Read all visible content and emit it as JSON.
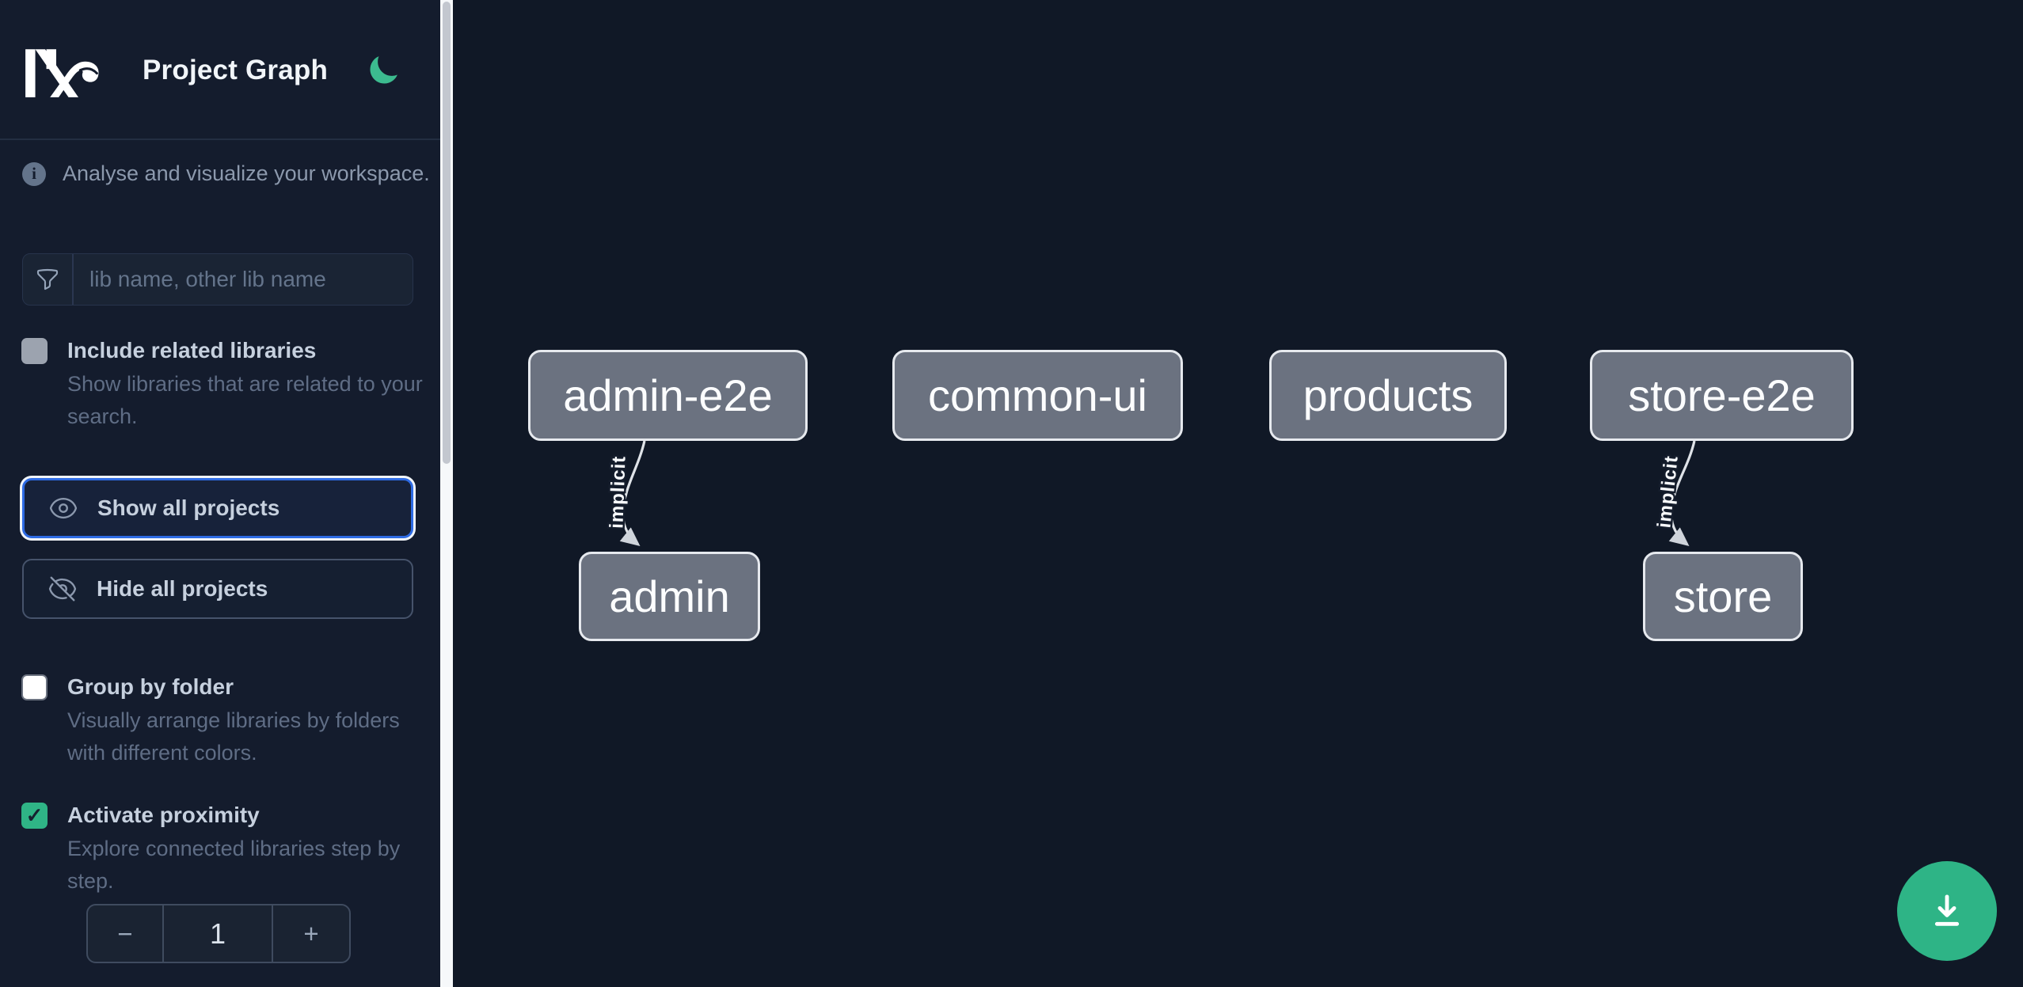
{
  "app": {
    "logo_text": "Nx",
    "title": "Project Graph"
  },
  "sidebar": {
    "tagline": "Analyse and visualize your workspace.",
    "search": {
      "placeholder": "lib name, other lib name",
      "value": ""
    },
    "include_related": {
      "label": "Include related libraries",
      "description": "Show libraries that are related to your search.",
      "checked": false
    },
    "show_all_label": "Show all projects",
    "hide_all_label": "Hide all projects",
    "group_by_folder": {
      "label": "Group by folder",
      "description": "Visually arrange libraries by folders with different colors.",
      "checked": false
    },
    "activate_proximity": {
      "label": "Activate proximity",
      "description": "Explore connected libraries step by step.",
      "checked": true,
      "check_glyph": "✓"
    },
    "proximity_stepper": {
      "decrement_label": "−",
      "value": "1",
      "increment_label": "+"
    }
  },
  "graph": {
    "nodes": [
      {
        "label": "admin-e2e"
      },
      {
        "label": "common-ui"
      },
      {
        "label": "products"
      },
      {
        "label": "store-e2e"
      },
      {
        "label": "admin"
      },
      {
        "label": "store"
      }
    ],
    "edges": [
      {
        "source": "admin-e2e",
        "target": "admin",
        "label": "implicit"
      },
      {
        "source": "store-e2e",
        "target": "store",
        "label": "implicit"
      }
    ]
  },
  "fab": {
    "icon": "download-icon"
  },
  "colors": {
    "accent_green": "#2fb486",
    "moon_green": "#3cbb8f",
    "focus_blue": "#2e6be4",
    "node_fill": "#6b7280",
    "node_border": "#e6e9ee",
    "sidebar_bg": "#141c2d",
    "canvas_bg": "#101826"
  }
}
